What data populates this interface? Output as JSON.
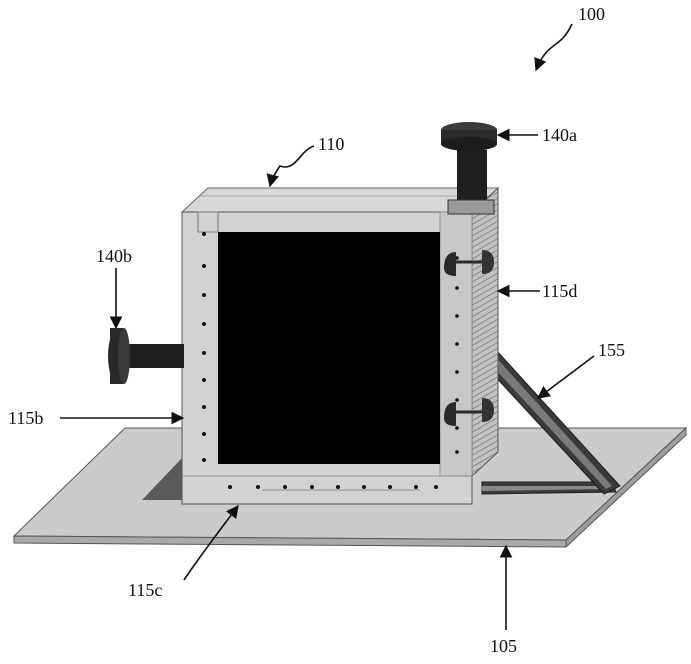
{
  "labels": {
    "l100": "100",
    "l110": "110",
    "l140a": "140a",
    "l140b": "140b",
    "l115d": "115d",
    "l155": "155",
    "l115b": "115b",
    "l115c": "115c",
    "l105": "105"
  },
  "colors": {
    "base_plate": "#c8c8c8",
    "frame": "#d4d4d4",
    "window": "#000000",
    "knob": "#2a2a2a",
    "strut": "#3a3a3a",
    "shadow": "#5a5a5a"
  }
}
